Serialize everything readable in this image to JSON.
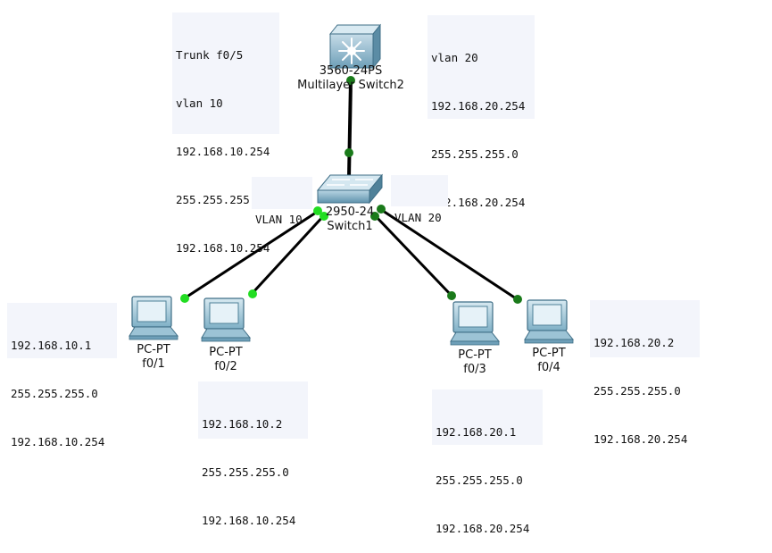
{
  "devices": {
    "multilayer_switch": {
      "model": "3560-24PS",
      "name": "Multilayer Switch2"
    },
    "switch": {
      "model": "2950-24",
      "name": "Switch1"
    },
    "pc1": {
      "type": "PC-PT",
      "port": "f0/1"
    },
    "pc2": {
      "type": "PC-PT",
      "port": "f0/2"
    },
    "pc3": {
      "type": "PC-PT",
      "port": "f0/3"
    },
    "pc4": {
      "type": "PC-PT",
      "port": "f0/4"
    }
  },
  "notes": {
    "trunk": [
      "Trunk f0/5",
      "vlan 10",
      "192.168.10.254",
      "255.255.255.0",
      "192.168.10.254"
    ],
    "vlan20_svi": [
      "vlan 20",
      "192.168.20.254",
      "255.255.255.0",
      "192.168.20.254"
    ],
    "vlan10_label": "VLAN 10",
    "vlan20_label": "VLAN 20",
    "pc1": [
      "192.168.10.1",
      "255.255.255.0",
      "192.168.10.254"
    ],
    "pc2": [
      "192.168.10.2",
      "255.255.255.0",
      "192.168.10.254"
    ],
    "pc3": [
      "192.168.20.1",
      "255.255.255.0",
      "192.168.20.254"
    ],
    "pc4": [
      "192.168.20.2",
      "255.255.255.0",
      "192.168.20.254"
    ]
  },
  "colors": {
    "link": "#000000",
    "link_up": "#1a7a1a",
    "link_bright": "#22dd22",
    "device": "#6aa5c0",
    "note_bg": "#f3f5fb"
  }
}
